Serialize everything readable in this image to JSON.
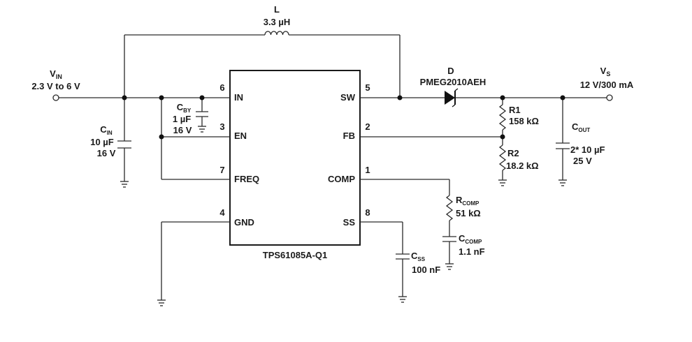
{
  "ic": {
    "part": "TPS61085A-Q1",
    "pins": {
      "in": {
        "num": "6",
        "name": "IN"
      },
      "en": {
        "num": "3",
        "name": "EN"
      },
      "freq": {
        "num": "7",
        "name": "FREQ"
      },
      "gnd": {
        "num": "4",
        "name": "GND"
      },
      "sw": {
        "num": "5",
        "name": "SW"
      },
      "fb": {
        "num": "2",
        "name": "FB"
      },
      "comp": {
        "num": "1",
        "name": "COMP"
      },
      "ss": {
        "num": "8",
        "name": "SS"
      }
    }
  },
  "inductor": {
    "ref": "L",
    "value": "3.3 µH"
  },
  "diode": {
    "ref": "D",
    "part": "PMEG2010AEH"
  },
  "vin": {
    "label": "V",
    "sub": "IN",
    "range": "2.3 V to 6 V"
  },
  "vs": {
    "label": "V",
    "sub": "S",
    "spec": "12 V/300 mA"
  },
  "cin": {
    "label": "C",
    "sub": "IN",
    "value": "10 µF",
    "voltage": "16 V"
  },
  "cby": {
    "label": "C",
    "sub": "BY",
    "value": "1 µF",
    "voltage": "16 V"
  },
  "r1": {
    "ref": "R1",
    "value": "158 kΩ"
  },
  "r2": {
    "ref": "R2",
    "value": "18.2 kΩ"
  },
  "cout": {
    "label": "C",
    "sub": "OUT",
    "value": "2* 10 µF",
    "voltage": "25 V"
  },
  "rcomp": {
    "label": "R",
    "sub": "COMP",
    "value": "51 kΩ"
  },
  "ccomp": {
    "label": "C",
    "sub": "COMP",
    "value": "1.1 nF"
  },
  "css": {
    "label": "C",
    "sub": "SS",
    "value": "100 nF"
  }
}
